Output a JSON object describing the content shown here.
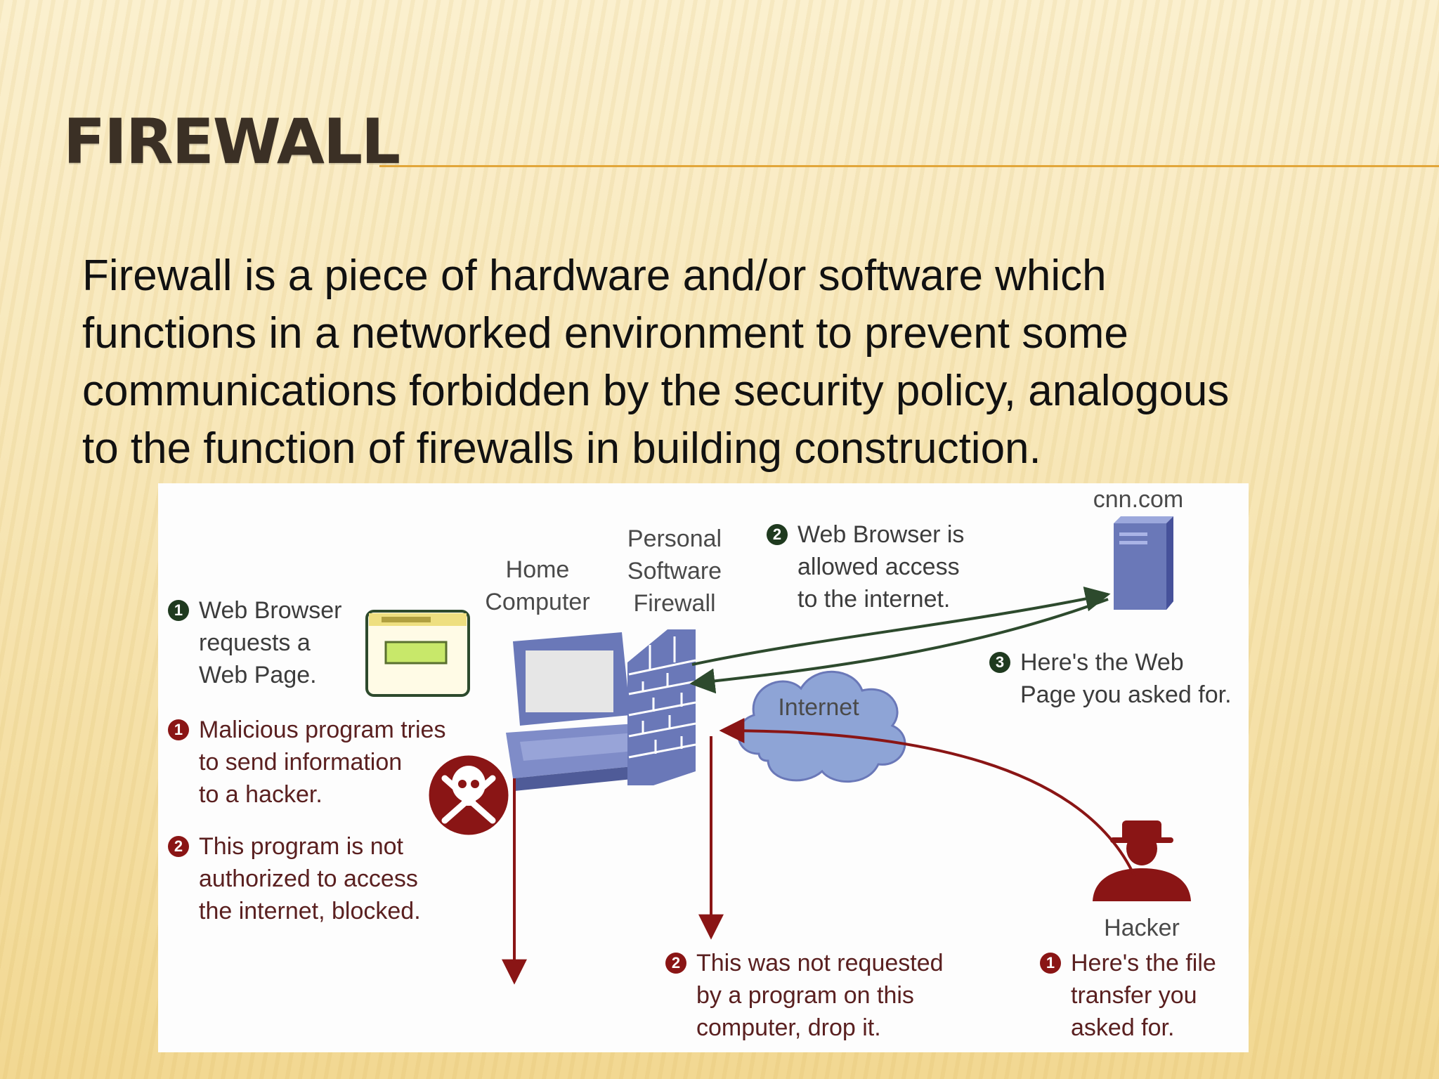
{
  "slide": {
    "title": "FIREWALL",
    "body": "Firewall is a piece of hardware and/or software which\nfunctions in a networked environment to prevent some\ncommunications forbidden by the security policy, analogous\nto the function of firewalls in building construction."
  },
  "diagram": {
    "labels": {
      "cnn": "cnn.com",
      "home_computer": "Home\nComputer",
      "firewall": "Personal\nSoftware\nFirewall",
      "internet": "Internet",
      "hacker": "Hacker"
    },
    "notes": {
      "g1": {
        "num": "1",
        "text": "Web Browser\nrequests a\nWeb Page."
      },
      "g2": {
        "num": "2",
        "text": "Web Browser is\nallowed access\nto the internet."
      },
      "g3": {
        "num": "3",
        "text": "Here's the Web\nPage you asked for."
      },
      "r1_left": {
        "num": "1",
        "text": "Malicious program tries\nto send information\nto a hacker."
      },
      "r2_left": {
        "num": "2",
        "text": "This program is not\nauthorized to access\nthe internet, blocked."
      },
      "r2_bottom": {
        "num": "2",
        "text": "This was not requested\nby a program on this\ncomputer, drop it."
      },
      "r1_hacker": {
        "num": "1",
        "text": "Here's the file\ntransfer you\nasked for."
      }
    },
    "icons": [
      "browser-window-icon",
      "computer-icon",
      "brick-firewall-icon",
      "internet-cloud-icon",
      "server-icon",
      "skull-crossbones-icon",
      "hacker-icon"
    ],
    "colors": {
      "allowed_arrow": "#2d4a2d",
      "blocked_arrow": "#8a1515",
      "device_blue": "#6a78b8",
      "cloud_blue": "#8ea4d6"
    }
  }
}
